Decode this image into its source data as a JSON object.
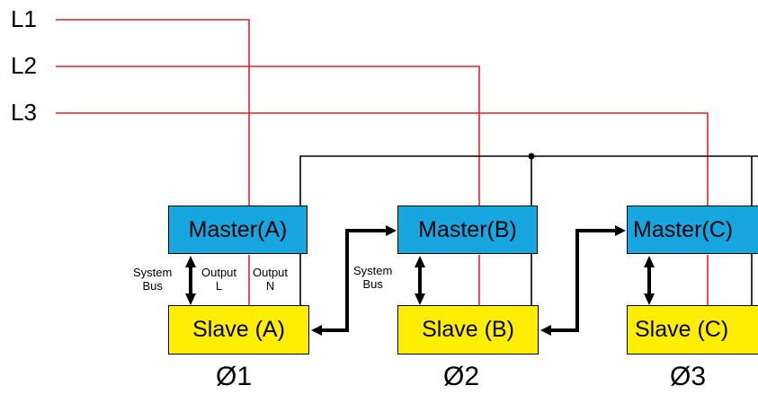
{
  "lines": [
    "L1",
    "L2",
    "L3"
  ],
  "units": [
    {
      "master": "Master(A)",
      "slave": "Slave (A)",
      "phase": "Ø1"
    },
    {
      "master": "Master(B)",
      "slave": "Slave (B)",
      "phase": "Ø2"
    },
    {
      "master": "Master(C)",
      "slave": "Slave (C)",
      "phase": "Ø3"
    }
  ],
  "annotations": {
    "system_bus_a": "System\nBus",
    "output_l": "Output\nL",
    "output_n": "Output\nN",
    "system_bus_b": "System\nBus"
  },
  "colors": {
    "phase_line": "#e8202a",
    "wire": "#000000",
    "master_box": "#16a6e0",
    "slave_box": "#ffee00"
  }
}
